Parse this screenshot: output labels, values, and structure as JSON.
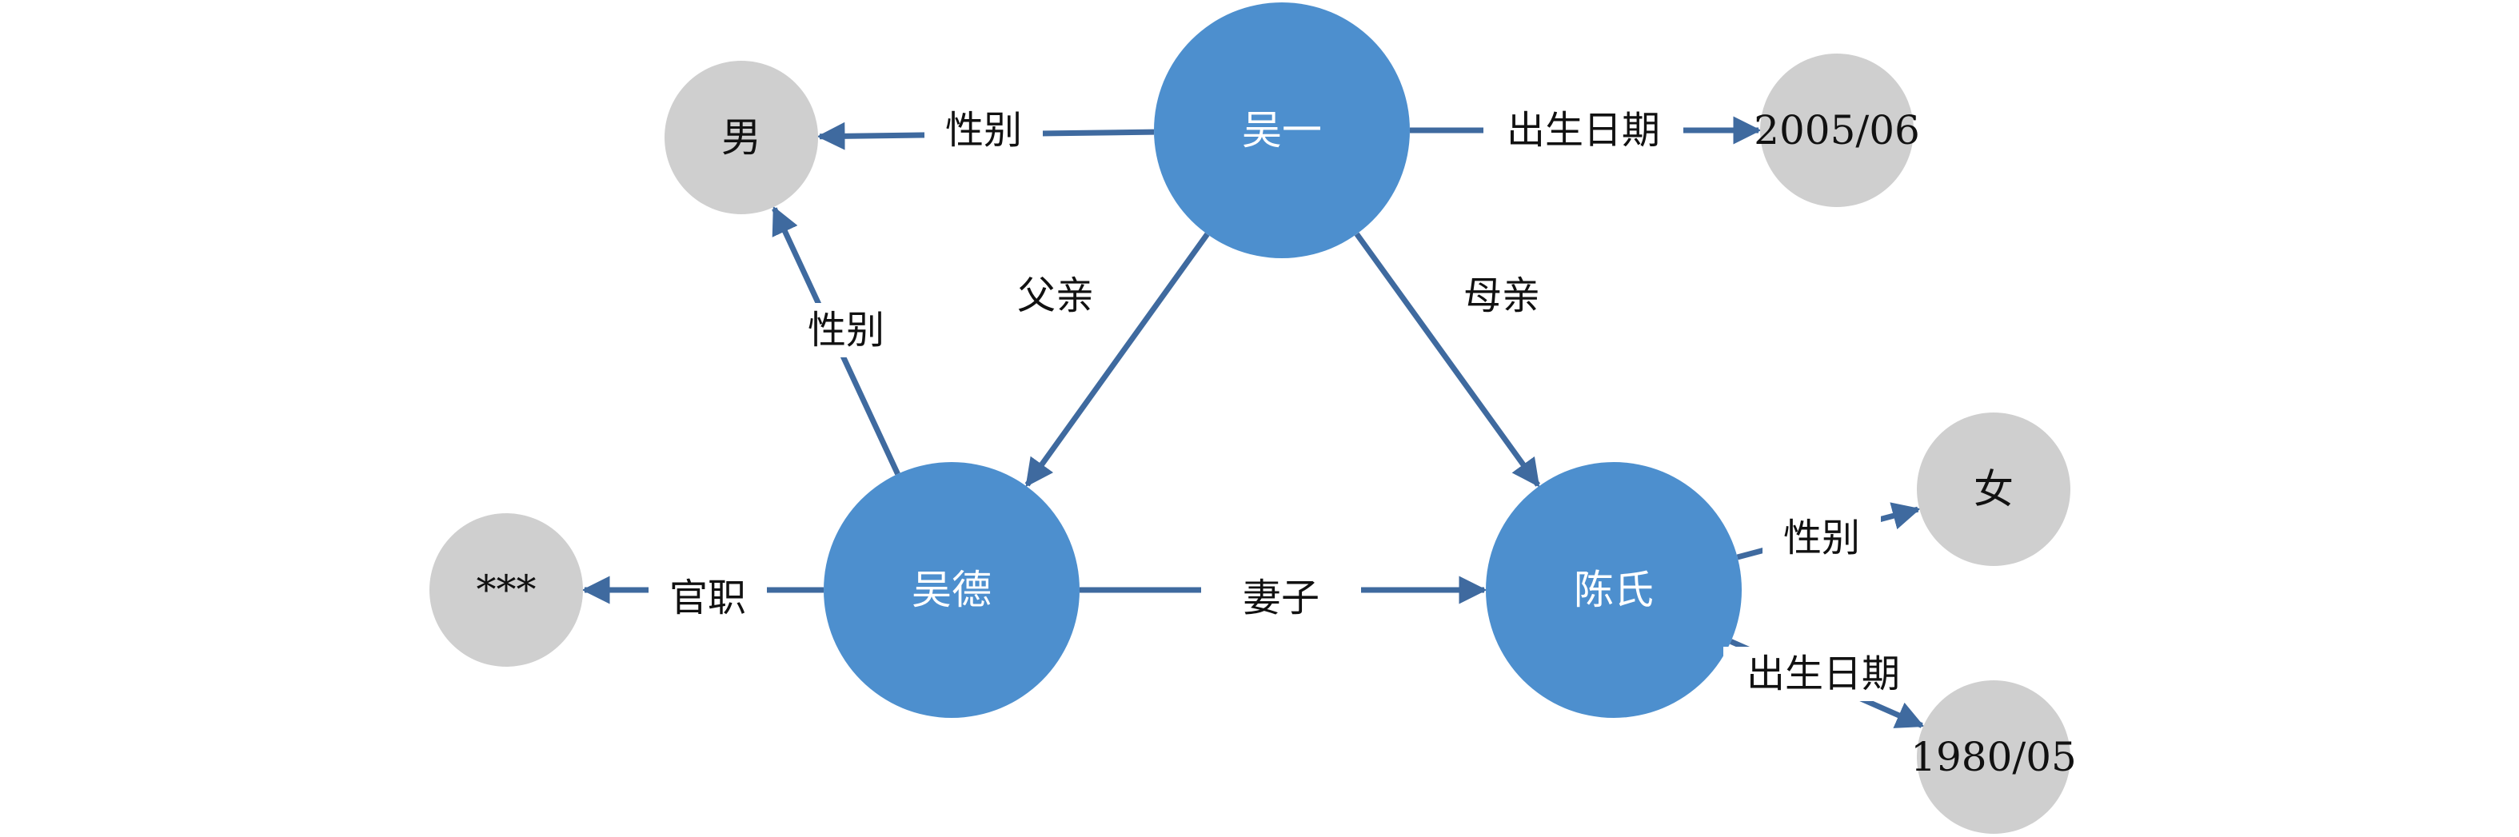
{
  "colors": {
    "entity_fill": "#4d8fce",
    "attribute_fill": "#cfcfcf",
    "edge": "#3f6a9f",
    "label_bg": "#ffffff"
  },
  "nodes": {
    "wu_yi": {
      "label": "吴一",
      "kind": "entity"
    },
    "wu_de": {
      "label": "吴德",
      "kind": "entity"
    },
    "chen_shi": {
      "label": "陈氏",
      "kind": "entity"
    },
    "male": {
      "label": "男",
      "kind": "attribute"
    },
    "birth_2005": {
      "label": "2005/06",
      "kind": "attribute"
    },
    "stars": {
      "label": "***",
      "kind": "attribute"
    },
    "female": {
      "label": "女",
      "kind": "attribute"
    },
    "birth_1980": {
      "label": "1980/05",
      "kind": "attribute"
    }
  },
  "edges": [
    {
      "id": "e-wuyi-gender",
      "from": "wu_yi",
      "to": "male",
      "label": "性别"
    },
    {
      "id": "e-wuyi-birth",
      "from": "wu_yi",
      "to": "birth_2005",
      "label": "出生日期"
    },
    {
      "id": "e-wuyi-father",
      "from": "wu_yi",
      "to": "wu_de",
      "label": "父亲"
    },
    {
      "id": "e-wuyi-mother",
      "from": "wu_yi",
      "to": "chen_shi",
      "label": "母亲"
    },
    {
      "id": "e-wude-gender",
      "from": "wu_de",
      "to": "male",
      "label": "性别"
    },
    {
      "id": "e-wude-official",
      "from": "wu_de",
      "to": "stars",
      "label": "官职"
    },
    {
      "id": "e-wude-wife",
      "from": "wu_de",
      "to": "chen_shi",
      "label": "妻子"
    },
    {
      "id": "e-chen-gender",
      "from": "chen_shi",
      "to": "female",
      "label": "性别"
    },
    {
      "id": "e-chen-birth",
      "from": "chen_shi",
      "to": "birth_1980",
      "label": "出生日期"
    }
  ]
}
